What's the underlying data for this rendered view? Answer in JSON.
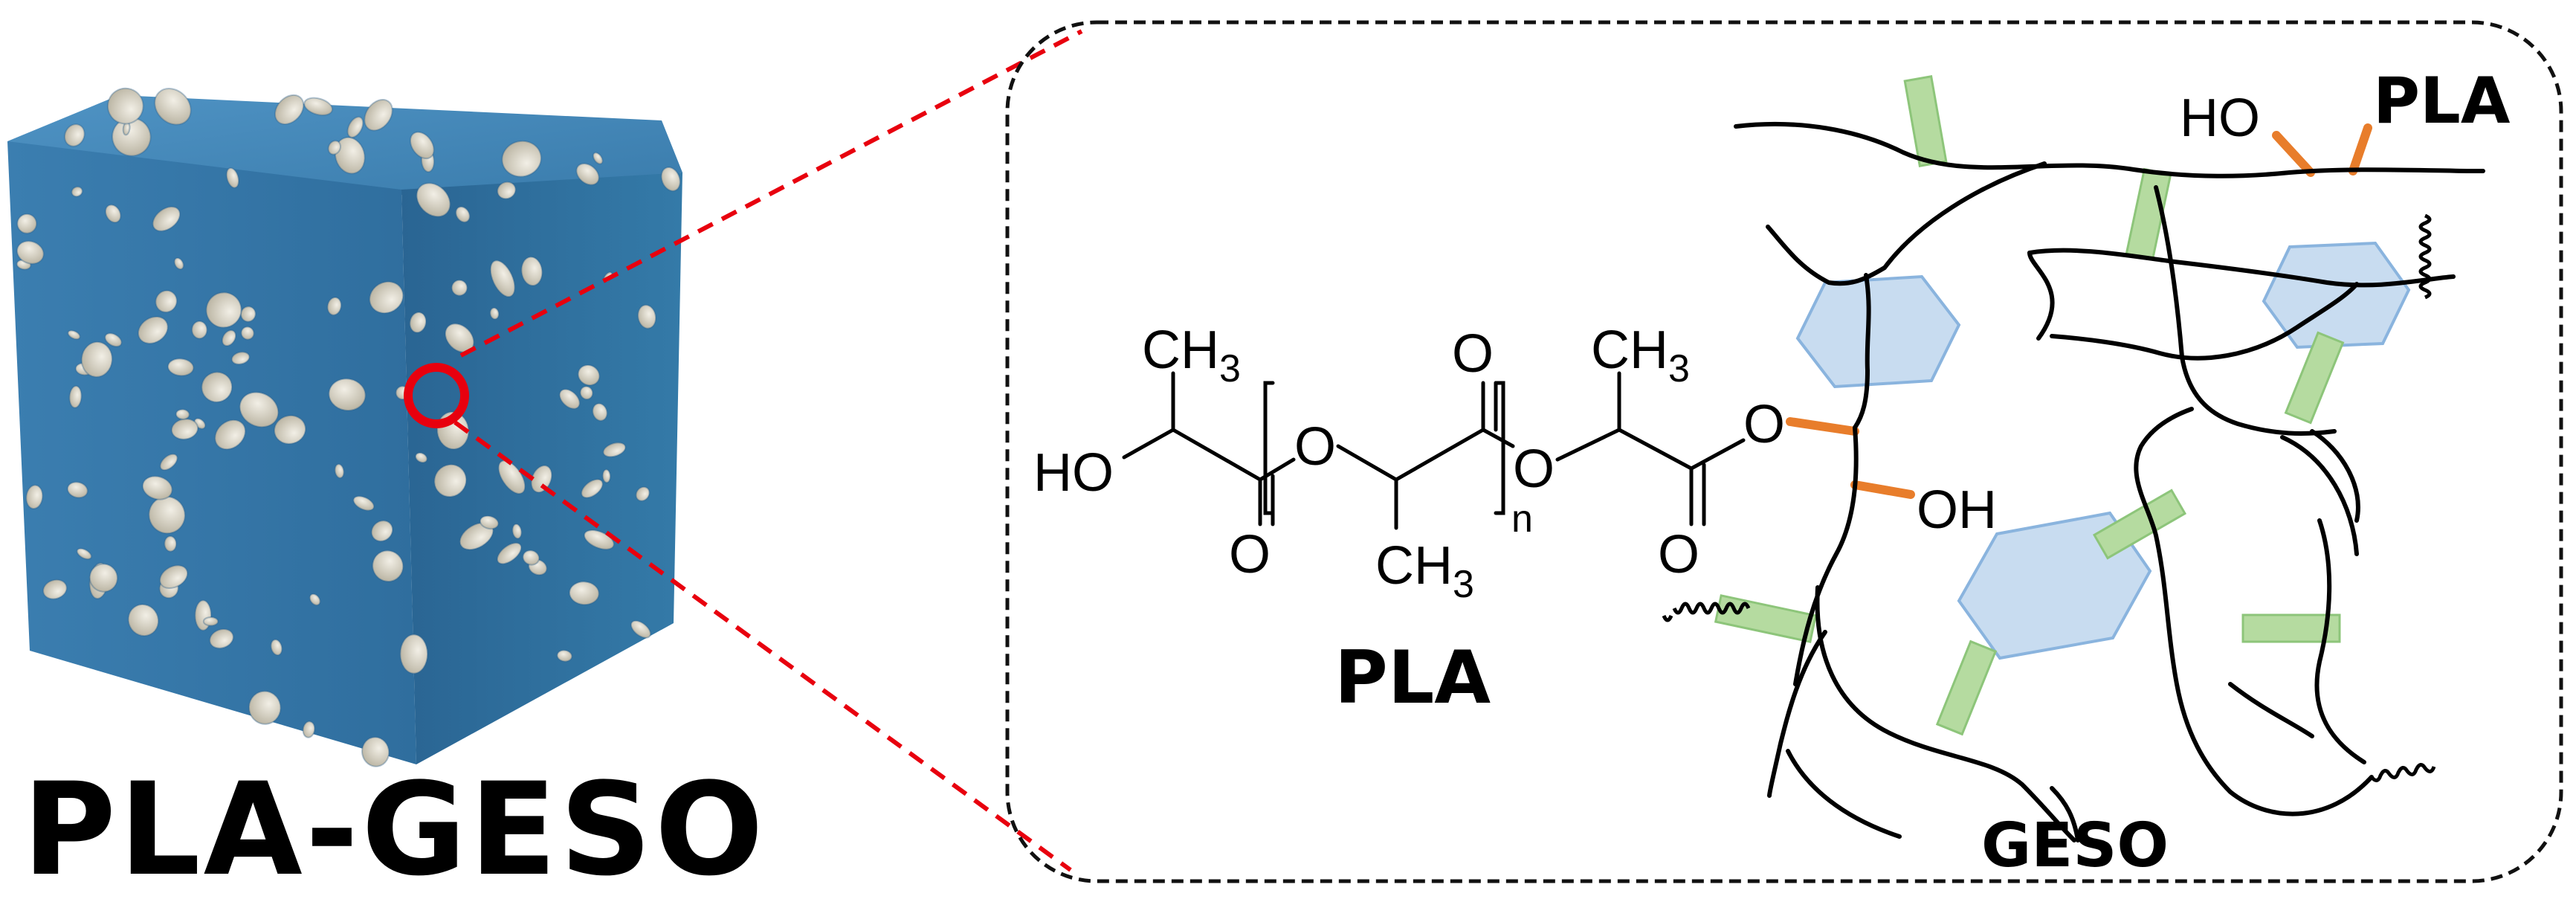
{
  "material_label": "PLA-GESO",
  "structure": {
    "pla_name": "PLA",
    "pla_corner_label": "PLA",
    "geso_name": "GESO",
    "atoms": {
      "ch3": "CH",
      "sub3": "3",
      "ho": "HO",
      "oh": "OH",
      "o": "O",
      "n": "n"
    }
  },
  "colors": {
    "cube_blue": "#3d7fb0",
    "particle": "#d8d4c6",
    "highlight_red": "#e8000e",
    "ester_link_orange": "#e87d2b",
    "crosslink_green": "#b5dba0",
    "glycerol_ring_blue": "#c8dcf0"
  }
}
